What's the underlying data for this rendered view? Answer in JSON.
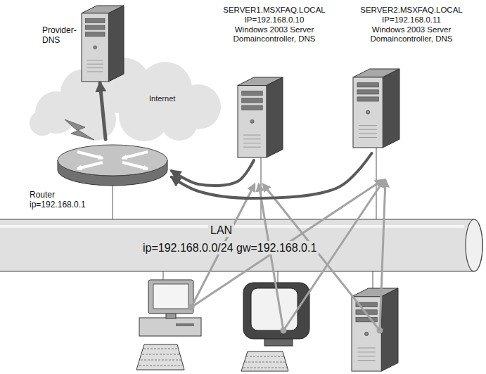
{
  "diagram": {
    "nodes": [
      {
        "text": [
          "Provider-DNS"
        ]
      },
      {
        "text": [
          "SERVER1.MSXFAQ.LOCAL",
          "IP=192.168.0.10",
          "Windows 2003 Server",
          "Domaincontroller, DNS"
        ]
      },
      {
        "text": [
          "SERVER2.MSXFAQ.LOCAL",
          "IP=192.168.0.11",
          "Windows 2003 Server",
          "Domaincontroller, DNS"
        ]
      },
      {
        "text": [
          "Router ip=192.168.0.1"
        ]
      },
      {
        "text": [
          "LAN",
          "ip=192.168.0.0/24 gw=192.168.0.1"
        ]
      }
    ],
    "edges": [
      {
        "from": 1,
        "to": 3,
        "arrow": "to"
      },
      {
        "from": 2,
        "to": 3,
        "arrow": "to"
      },
      {
        "from": 3,
        "to": 0,
        "arrow": "to"
      }
    ],
    "labels": [
      "Internet"
    ]
  }
}
